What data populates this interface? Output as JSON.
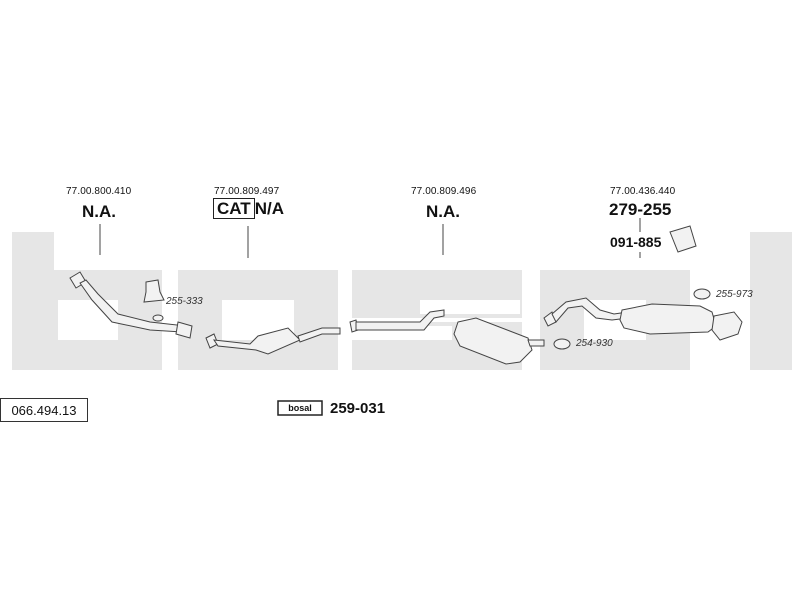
{
  "diagram_code": "066.494.13",
  "oem_numbers": {
    "front_pipe": "77.00.800.410",
    "catalyst": "77.00.809.497",
    "middle_silencer": "77.00.809.496",
    "rear_silencer": "77.00.436.440"
  },
  "parts": {
    "front_pipe": "N.A.",
    "catalyst_prefix": "CAT",
    "catalyst_suffix": "N/A",
    "middle_silencer": "N.A.",
    "rear_silencer": "279-255",
    "rear_accessory": "091-885",
    "mounting_kit": "259-031"
  },
  "small_parts": {
    "front_clamp": "255-333",
    "rear_clamp": "254-930",
    "rear_rubber": "255-973"
  },
  "brand_logo_text": "bosal",
  "colors": {
    "watermark": "#e6e6e6",
    "line": "#444444",
    "part_fill": "#f2f2f2"
  }
}
